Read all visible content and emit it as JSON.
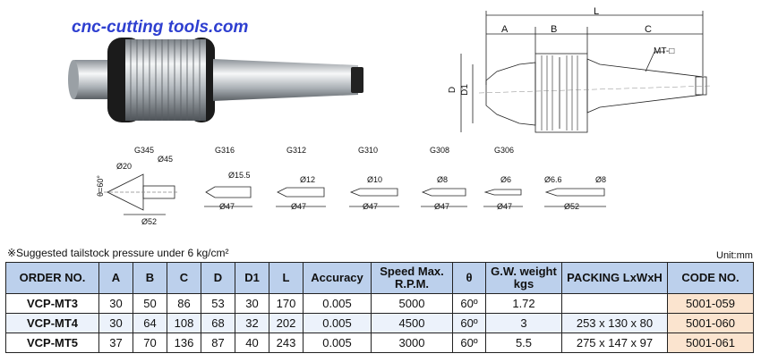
{
  "brand": "cnc-cutting tools.com",
  "drawing": {
    "dims_top": [
      "L",
      "A",
      "B",
      "C"
    ],
    "taper_label": "MT-□",
    "dims_side": [
      "D",
      "D1"
    ]
  },
  "tips": [
    {
      "code": "G345",
      "dims": [
        "Ø20",
        "Ø45",
        "θ=60°",
        "Ø52"
      ]
    },
    {
      "code": "G316",
      "dims": [
        "Ø15.5",
        "Ø47"
      ]
    },
    {
      "code": "G312",
      "dims": [
        "Ø12",
        "Ø47"
      ]
    },
    {
      "code": "G310",
      "dims": [
        "Ø10",
        "Ø47"
      ]
    },
    {
      "code": "G308",
      "dims": [
        "Ø8",
        "Ø47"
      ]
    },
    {
      "code": "G306",
      "dims": [
        "Ø6",
        "Ø47"
      ]
    },
    {
      "code": "",
      "dims": [
        "Ø6.6",
        "Ø8",
        "Ø52"
      ]
    }
  ],
  "note": "※Suggested tailstock pressure under 6 kg/cm²",
  "unit": "Unit:mm",
  "table": {
    "headers": [
      "ORDER NO.",
      "A",
      "B",
      "C",
      "D",
      "D1",
      "L",
      "Accuracy",
      "Speed Max. R.P.M.",
      "θ",
      "G.W. weight kgs",
      "PACKING LxWxH",
      "CODE NO."
    ],
    "rows": [
      [
        "VCP-MT3",
        "30",
        "50",
        "86",
        "53",
        "30",
        "170",
        "0.005",
        "5000",
        "60º",
        "1.72",
        "",
        "5001-059"
      ],
      [
        "VCP-MT4",
        "30",
        "64",
        "108",
        "68",
        "32",
        "202",
        "0.005",
        "4500",
        "60º",
        "3",
        "253 x 130 x 80",
        "5001-060"
      ],
      [
        "VCP-MT5",
        "37",
        "70",
        "136",
        "87",
        "40",
        "243",
        "0.005",
        "3000",
        "60º",
        "5.5",
        "275 x 147 x 97",
        "5001-061"
      ]
    ]
  }
}
